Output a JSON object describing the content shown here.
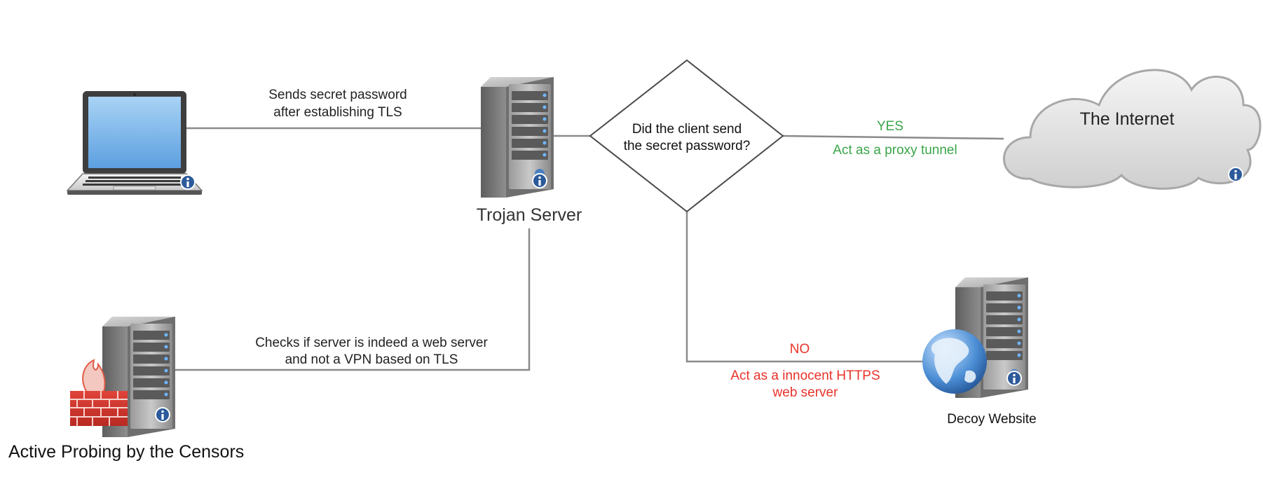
{
  "nodes": {
    "trojan_server": "Trojan Server",
    "decision": {
      "line1": "Did the client send",
      "line2": "the secret password?"
    },
    "internet": "The Internet",
    "decoy_website": "Decoy Website",
    "active_probing": "Active Probing by the Censors"
  },
  "edges": {
    "client_to_server": {
      "line1": "Sends secret password",
      "line2": "after establishing TLS"
    },
    "yes_branch": {
      "label": "YES",
      "action": "Act as a proxy tunnel"
    },
    "no_branch": {
      "label": "NO",
      "action_line1": "Act as a innocent HTTPS",
      "action_line2": "web server"
    },
    "probe_to_server": {
      "line1": "Checks if server is indeed a web server",
      "line2": "and not a VPN based on TLS"
    }
  },
  "colors": {
    "yes": "#3aa64a",
    "no": "#e8322a",
    "line": "#8a8a8a",
    "info_badge": "#2c5a9a"
  },
  "icons": [
    "laptop-icon",
    "server-icon",
    "cloud-icon",
    "globe-icon",
    "firewall-icon",
    "info-icon"
  ]
}
